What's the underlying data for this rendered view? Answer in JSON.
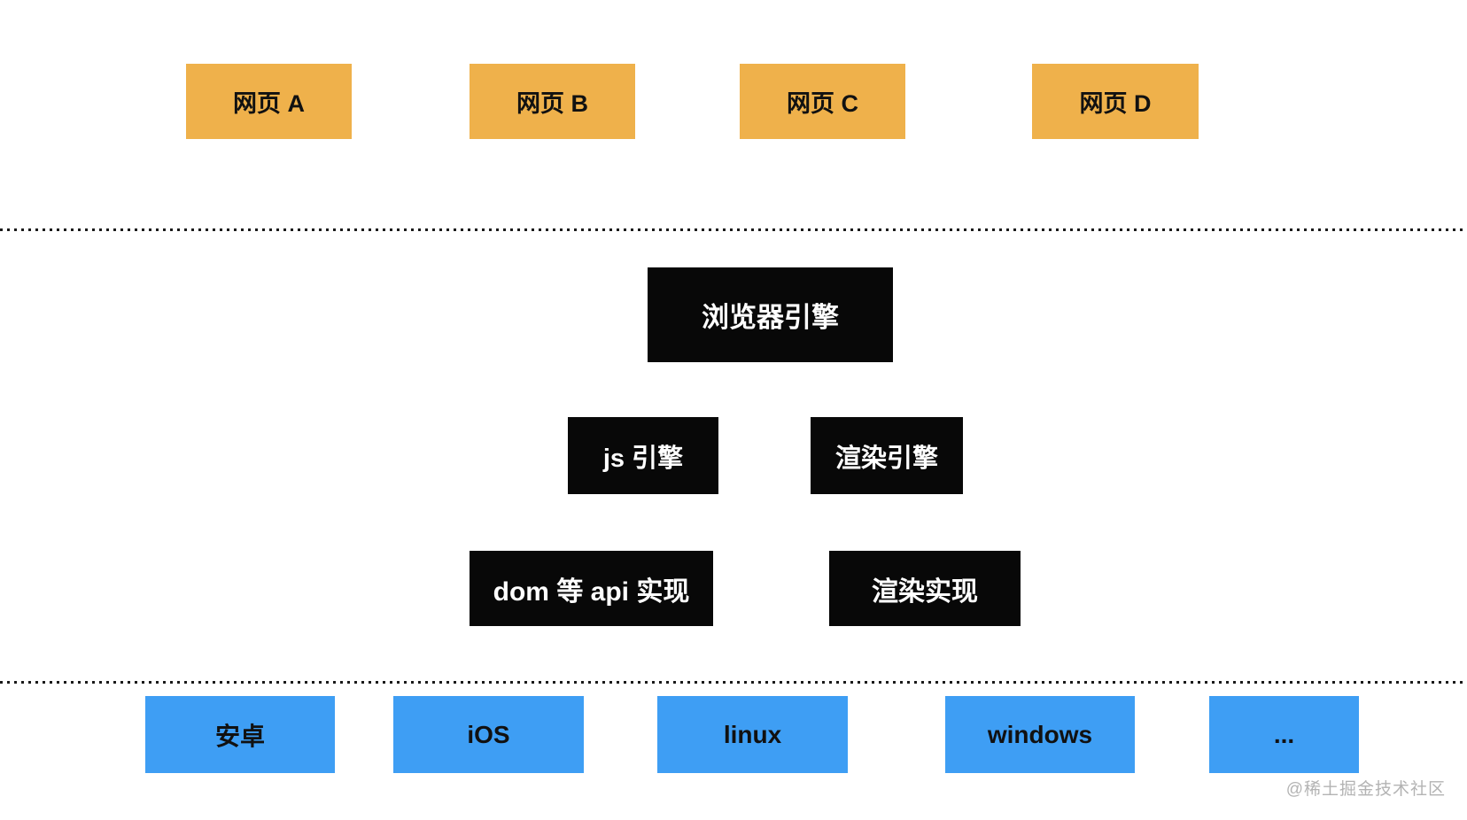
{
  "colors": {
    "background": "#ffffff",
    "webpage_box": "#efb14b",
    "engine_box": "#080808",
    "platform_box": "#3e9ef4",
    "dark_text": "#111111",
    "light_text": "#ffffff",
    "dotted_line": "#1a1a1a",
    "watermark_text": "#b3b3b3"
  },
  "diagram": {
    "web_pages": [
      {
        "label": "网页 A"
      },
      {
        "label": "网页 B"
      },
      {
        "label": "网页 C"
      },
      {
        "label": "网页 D"
      }
    ],
    "browser_engine": {
      "label": "浏览器引擎"
    },
    "engines": [
      {
        "label": "js 引擎"
      },
      {
        "label": "渲染引擎"
      }
    ],
    "implementations": [
      {
        "label": "dom 等 api 实现"
      },
      {
        "label": "渲染实现"
      }
    ],
    "platforms": [
      {
        "label": "安卓"
      },
      {
        "label": "iOS"
      },
      {
        "label": "linux"
      },
      {
        "label": "windows"
      },
      {
        "label": "..."
      }
    ]
  },
  "watermark": {
    "text": "@稀土掘金技术社区"
  }
}
